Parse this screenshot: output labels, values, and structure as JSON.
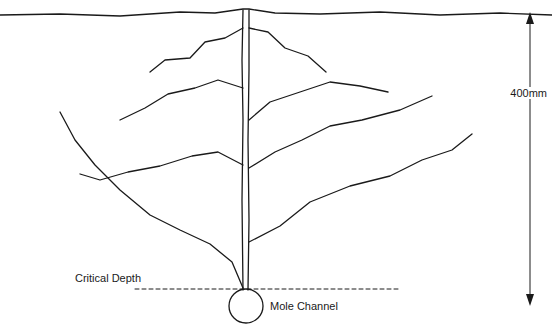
{
  "diagram": {
    "labels": [
      "400mm",
      "Critical Depth",
      "Mole Channel"
    ]
  }
}
